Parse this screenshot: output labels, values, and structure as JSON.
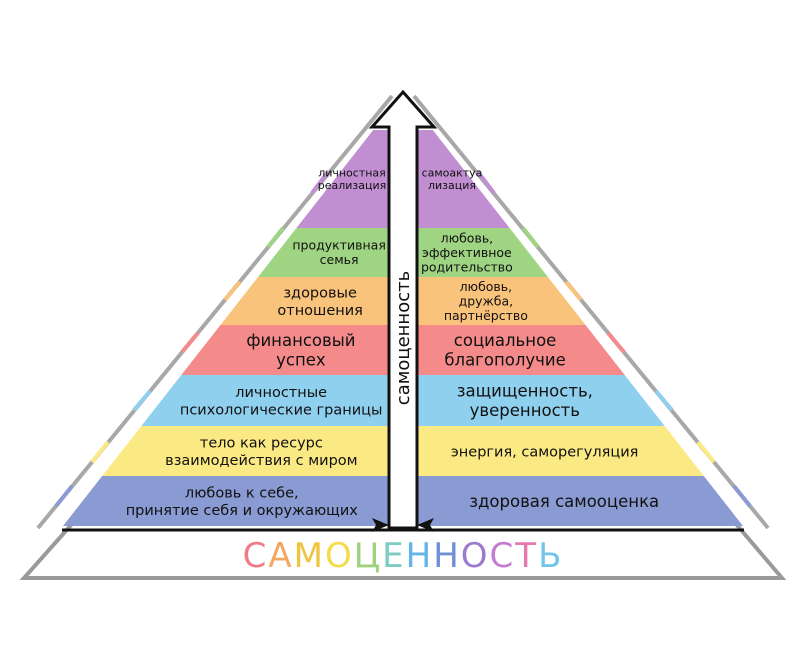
{
  "axis_label": "самоценность",
  "base_title": {
    "letters": [
      "С",
      "А",
      "М",
      "О",
      "Ц",
      "Е",
      "Н",
      "Н",
      "О",
      "С",
      "Т",
      "Ь"
    ],
    "colors": [
      "#f07a86",
      "#f2a860",
      "#f0c43e",
      "#f4db4a",
      "#9fd27c",
      "#7cccc3",
      "#62b4ea",
      "#6f8fd6",
      "#9b7bd0",
      "#c57cd0",
      "#e678b0",
      "#71c5e8"
    ]
  },
  "levels": [
    {
      "name": "violet",
      "color": "#c18fd1",
      "left": [
        "личностная",
        "реализация"
      ],
      "right": [
        "самоактуа",
        "лизация"
      ]
    },
    {
      "name": "green",
      "color": "#9fd483",
      "left": [
        "продуктивная",
        "семья"
      ],
      "right": [
        "любовь,",
        "эффективное",
        "родительство"
      ]
    },
    {
      "name": "orange",
      "color": "#fac37c",
      "left": [
        "здоровые",
        "отношения"
      ],
      "right": [
        "любовь,",
        "дружба,",
        "партнёрство"
      ]
    },
    {
      "name": "red",
      "color": "#f48a8a",
      "left": [
        "финансовый",
        "успех"
      ],
      "right": [
        "социальное",
        "благополучие"
      ]
    },
    {
      "name": "blue",
      "color": "#8fd0ef",
      "left": [
        "личностные",
        "психологические границы"
      ],
      "right": [
        "защищенность,",
        "уверенность"
      ]
    },
    {
      "name": "yellow",
      "color": "#fbea84",
      "left": [
        "тело как ресурс",
        "взаимодействия с миром"
      ],
      "right": [
        "энергия, саморегуляция"
      ]
    },
    {
      "name": "indigo",
      "color": "#8a9bd3",
      "left": [
        "любовь к себе,",
        "принятие себя и окружающих"
      ],
      "right": [
        "здоровая самооценка"
      ]
    }
  ]
}
